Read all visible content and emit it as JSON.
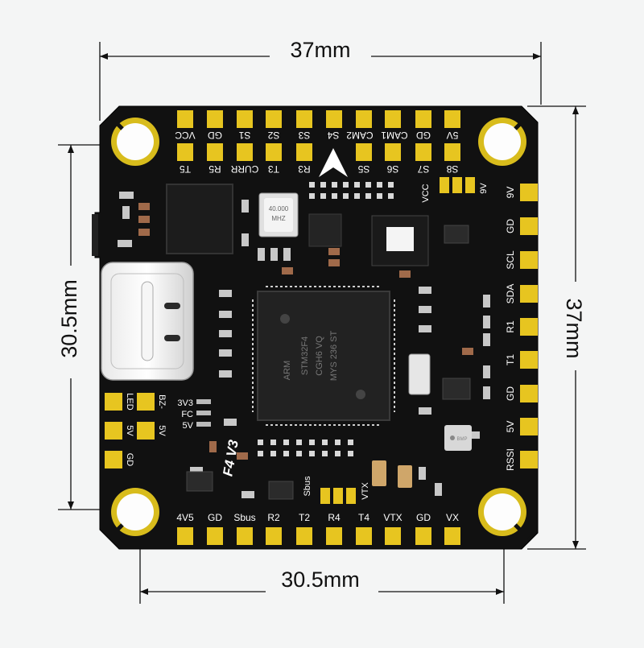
{
  "dimensions": {
    "top_width": "37mm",
    "right_height": "37mm",
    "left_hole_spacing": "30.5mm",
    "bottom_hole_spacing": "30.5mm"
  },
  "board": {
    "name": "F4 V3",
    "top_row_top": [
      "VCC",
      "GD",
      "S1",
      "S2",
      "S3",
      "S4",
      "CAM2",
      "CAM1",
      "GD",
      "5V"
    ],
    "top_row_bottom": [
      "T5",
      "R5",
      "CURR",
      "T3",
      "R3",
      "S5",
      "S6",
      "S7",
      "S8"
    ],
    "right_column": [
      "9V",
      "GD",
      "SCL",
      "SDA",
      "R1",
      "T1",
      "GD",
      "5V",
      "RSSI"
    ],
    "right_inner_top": [
      "VCC",
      "9V"
    ],
    "bottom_row": [
      "4V5",
      "GD",
      "Sbus",
      "R2",
      "T2",
      "R4",
      "T4",
      "VTX",
      "GD",
      "VX"
    ],
    "bottom_inner": [
      "Sbus",
      "VTX"
    ],
    "left_pads": [
      "LED",
      "BZ-",
      "5V",
      "5V",
      "GD"
    ],
    "jumper_labels": [
      "3V3",
      "FC",
      "5V"
    ],
    "mcu_text": [
      "ARM",
      "STM32F4",
      "CGH6 VQ",
      "MYS 236 ST"
    ],
    "crystal_text": [
      "40.000",
      "MHZ"
    ],
    "small_part": "BMP"
  },
  "colors": {
    "board": "#111111",
    "pad": "#e7c520",
    "ring": "#dcc01c",
    "silkscreen": "#ffffff",
    "dimension_line": "#111111",
    "background": "#f4f5f5"
  }
}
